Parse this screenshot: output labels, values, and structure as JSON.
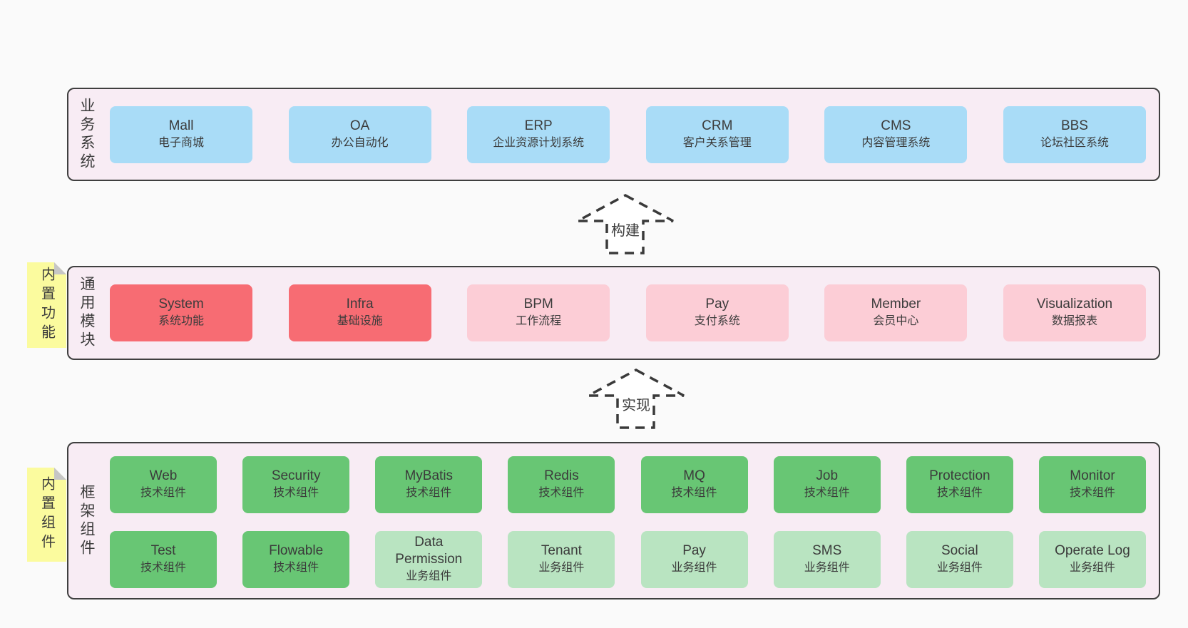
{
  "colors": {
    "canvas_bg": "#fafafa",
    "section_bg": "#f8ecf4",
    "section_border": "#3f3f3f",
    "box_blue": "#a9dcf7",
    "box_red": "#f76c73",
    "box_pink": "#fccdd6",
    "box_green": "#68c674",
    "box_green_light": "#b9e4c1",
    "sticky_yellow": "#fbfb9e",
    "sticky_fold_gray": "#c6c6c6",
    "text": "#3b3b3b",
    "arrow_dash": "#3a3a3a"
  },
  "layers": {
    "business": {
      "label": "业务系统",
      "boxes": [
        {
          "title": "Mall",
          "subtitle": "电子商城"
        },
        {
          "title": "OA",
          "subtitle": "办公自动化"
        },
        {
          "title": "ERP",
          "subtitle": "企业资源计划系统"
        },
        {
          "title": "CRM",
          "subtitle": "客户关系管理"
        },
        {
          "title": "CMS",
          "subtitle": "内容管理系统"
        },
        {
          "title": "BBS",
          "subtitle": "论坛社区系统"
        }
      ]
    },
    "modules": {
      "label": "通用模块",
      "sticky": "内置功能",
      "boxes": [
        {
          "title": "System",
          "subtitle": "系统功能"
        },
        {
          "title": "Infra",
          "subtitle": "基础设施"
        },
        {
          "title": "BPM",
          "subtitle": "工作流程"
        },
        {
          "title": "Pay",
          "subtitle": "支付系统"
        },
        {
          "title": "Member",
          "subtitle": "会员中心"
        },
        {
          "title": "Visualization",
          "subtitle": "数据报表"
        }
      ]
    },
    "framework": {
      "label": "框架组件",
      "sticky": "内置组件",
      "row1": [
        {
          "title": "Web",
          "subtitle": "技术组件"
        },
        {
          "title": "Security",
          "subtitle": "技术组件"
        },
        {
          "title": "MyBatis",
          "subtitle": "技术组件"
        },
        {
          "title": "Redis",
          "subtitle": "技术组件"
        },
        {
          "title": "MQ",
          "subtitle": "技术组件"
        },
        {
          "title": "Job",
          "subtitle": "技术组件"
        },
        {
          "title": "Protection",
          "subtitle": "技术组件"
        },
        {
          "title": "Monitor",
          "subtitle": "技术组件"
        }
      ],
      "row2": [
        {
          "title": "Test",
          "subtitle": "技术组件"
        },
        {
          "title": "Flowable",
          "subtitle": "技术组件"
        },
        {
          "title": "Data Permission",
          "subtitle": "业务组件"
        },
        {
          "title": "Tenant",
          "subtitle": "业务组件"
        },
        {
          "title": "Pay",
          "subtitle": "业务组件"
        },
        {
          "title": "SMS",
          "subtitle": "业务组件"
        },
        {
          "title": "Social",
          "subtitle": "业务组件"
        },
        {
          "title": "Operate Log",
          "subtitle": "业务组件"
        }
      ]
    }
  },
  "arrows": {
    "build": "构建",
    "implement": "实现"
  }
}
